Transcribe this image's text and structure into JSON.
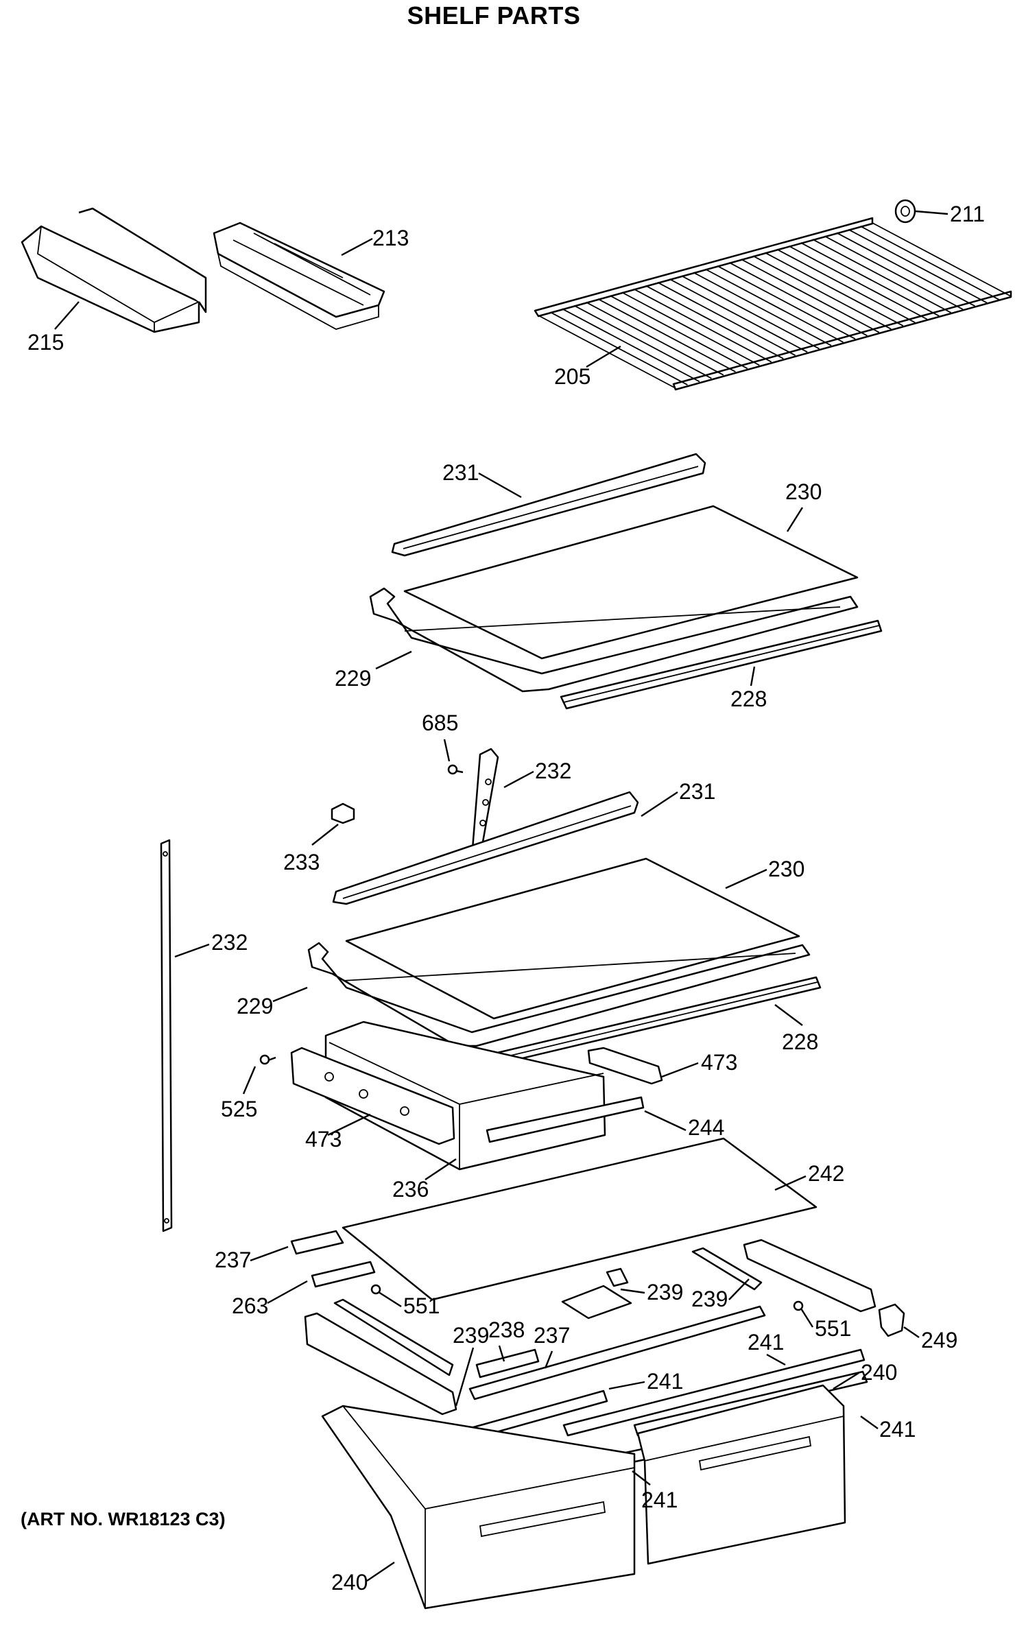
{
  "title": "SHELF PARTS",
  "art_number": "(ART NO. WR18123 C3)",
  "parts": [
    {
      "id": "p211",
      "number": "211",
      "component": "shelf-stop-icon"
    },
    {
      "id": "p213",
      "number": "213",
      "component": "egg-tray-icon"
    },
    {
      "id": "p215",
      "number": "215",
      "component": "bin-icon"
    },
    {
      "id": "p205",
      "number": "205",
      "component": "wire-shelf-icon"
    },
    {
      "id": "p231a",
      "number": "231",
      "component": "trim-strip-icon"
    },
    {
      "id": "p230a",
      "number": "230",
      "component": "glass-panel-icon"
    },
    {
      "id": "p229a",
      "number": "229",
      "component": "shelf-frame-icon"
    },
    {
      "id": "p228a",
      "number": "228",
      "component": "trim-strip-icon"
    },
    {
      "id": "p685",
      "number": "685",
      "component": "screw-icon"
    },
    {
      "id": "p232a",
      "number": "232",
      "component": "support-rail-icon"
    },
    {
      "id": "p231b",
      "number": "231",
      "component": "trim-strip-icon"
    },
    {
      "id": "p233",
      "number": "233",
      "component": "clip-icon"
    },
    {
      "id": "p230b",
      "number": "230",
      "component": "glass-panel-icon"
    },
    {
      "id": "p232b",
      "number": "232",
      "component": "support-rail-icon"
    },
    {
      "id": "p229b",
      "number": "229",
      "component": "shelf-frame-icon"
    },
    {
      "id": "p228b",
      "number": "228",
      "component": "trim-strip-icon"
    },
    {
      "id": "p473a",
      "number": "473",
      "component": "slide-rail-icon"
    },
    {
      "id": "p525",
      "number": "525",
      "component": "screw-icon"
    },
    {
      "id": "p244",
      "number": "244",
      "component": "trim-strip-icon"
    },
    {
      "id": "p473b",
      "number": "473",
      "component": "slide-rail-icon"
    },
    {
      "id": "p236",
      "number": "236",
      "component": "pan-icon"
    },
    {
      "id": "p242",
      "number": "242",
      "component": "glass-panel-icon"
    },
    {
      "id": "p237a",
      "number": "237",
      "component": "slide-icon"
    },
    {
      "id": "p263",
      "number": "263",
      "component": "slide-icon"
    },
    {
      "id": "p551a",
      "number": "551",
      "component": "screw-icon"
    },
    {
      "id": "p239a",
      "number": "239",
      "component": "slide-icon"
    },
    {
      "id": "p239b",
      "number": "239",
      "component": "slide-icon"
    },
    {
      "id": "p551b",
      "number": "551",
      "component": "screw-icon"
    },
    {
      "id": "p249",
      "number": "249",
      "component": "clip-icon"
    },
    {
      "id": "p239c",
      "number": "239",
      "component": "slide-icon"
    },
    {
      "id": "p238",
      "number": "238",
      "component": "slide-icon"
    },
    {
      "id": "p237b",
      "number": "237",
      "component": "slide-icon"
    },
    {
      "id": "p241a",
      "number": "241",
      "component": "trim-strip-icon"
    },
    {
      "id": "p240a",
      "number": "240",
      "component": "drawer-icon"
    },
    {
      "id": "p241b",
      "number": "241",
      "component": "trim-strip-icon"
    },
    {
      "id": "p241c",
      "number": "241",
      "component": "trim-strip-icon"
    },
    {
      "id": "p241d",
      "number": "241",
      "component": "trim-strip-icon"
    },
    {
      "id": "p240b",
      "number": "240",
      "component": "drawer-icon"
    }
  ]
}
